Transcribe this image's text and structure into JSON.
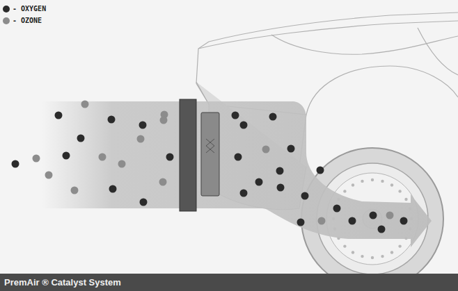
{
  "diagram": {
    "caption": "PremAir ® Catalyst System",
    "legend": [
      {
        "text": "- OXYGEN",
        "color": "#2b2b2b"
      },
      {
        "text": "- OZONE",
        "color": "#8c8c8c"
      }
    ]
  }
}
